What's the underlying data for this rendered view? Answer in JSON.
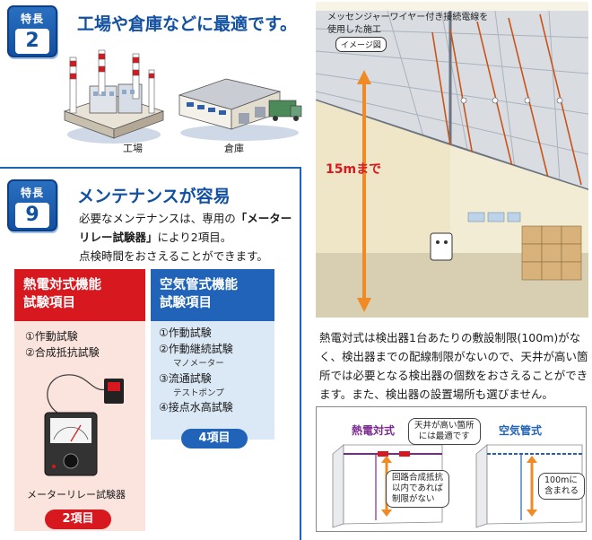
{
  "feature2": {
    "badge_label": "特長",
    "badge_number": "2",
    "title": "工場や倉庫などに最適です。",
    "captions": {
      "factory": "工場",
      "warehouse": "倉庫"
    }
  },
  "feature9": {
    "badge_label": "特長",
    "badge_number": "9",
    "title": "メンテナンスが容易",
    "description": {
      "line1_a": "必要なメンテナンスは、専用の",
      "line1_b": "「メーター",
      "line2_a": "リレー試験器」",
      "line2_b": "により2項目。",
      "line3": "点検時間をおさえることができます。"
    },
    "thermal": {
      "heading_line1": "熱電対式機能",
      "heading_line2": "試験項目",
      "items": [
        "①作動試験",
        "②合成抵抗試験"
      ],
      "tester_caption": "メーターリレー試験器",
      "count": "2項目"
    },
    "pneumatic": {
      "heading_line1": "空気管式機能",
      "heading_line2": "試験項目",
      "items": [
        {
          "label": "①作動試験",
          "sub": ""
        },
        {
          "label": "②作動継続試験",
          "sub": "マノメーター"
        },
        {
          "label": "③流通試験",
          "sub": "テストポンプ"
        },
        {
          "label": "④接点水高試験",
          "sub": ""
        }
      ],
      "count": "4項目"
    }
  },
  "illustration": {
    "note_line1": "メッセンジャーワイヤー付き接続電線を",
    "note_line2": "使用した施工",
    "image_tag": "イメージ図",
    "height_label": "15mまで"
  },
  "body_text": [
    "熱電対式は検出器1台あたりの敷設制限(100m)がな",
    "く、検出器までの配線制限がないので、天井が高い箇",
    "所では必要となる検出器の個数をおさえることができ",
    "ます。また、検出器の設置場所も選びません。"
  ],
  "comparison": {
    "thermal_label": "熱電対式",
    "pneumatic_label": "空気管式",
    "thermal_bubble_line1": "天井が高い箇所",
    "thermal_bubble_line2": "には最適です",
    "thermal_note_line1": "回路合成抵抗",
    "thermal_note_line2": "以内であれば",
    "thermal_note_line3": "制限がない",
    "pneumatic_note_line1": "100mに",
    "pneumatic_note_line2": "含まれる"
  },
  "colors": {
    "brand_blue": "#1250a0",
    "thermal_red": "#d7181f",
    "pneumatic_blue": "#2063b8",
    "thermal_purple": "#7a2a8e"
  }
}
